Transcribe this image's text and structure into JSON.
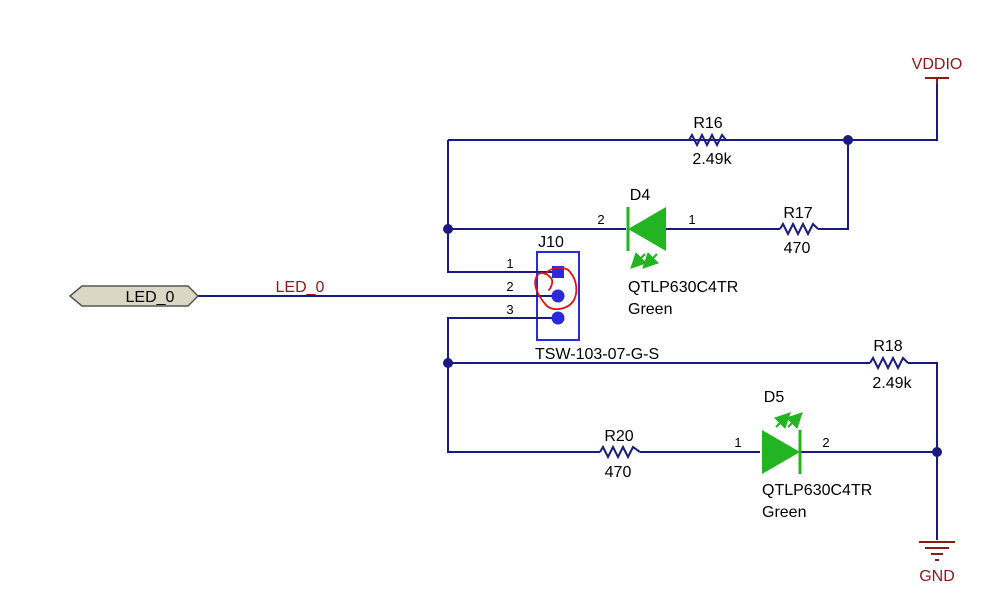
{
  "colors": {
    "wire": "#1a1a80",
    "net_label": "#8b1a1a",
    "led": "#22b422",
    "connector": "#2a2ad8",
    "junction": "#1a1a80",
    "annotation": "#e01010",
    "port_fill": "#dcd6c4"
  },
  "power": {
    "vddio": "VDDIO",
    "gnd": "GND"
  },
  "port": {
    "label": "LED_0"
  },
  "net": {
    "led0": "LED_0"
  },
  "components": {
    "r16": {
      "ref": "R16",
      "value": "2.49k"
    },
    "r17": {
      "ref": "R17",
      "value": "470"
    },
    "r18": {
      "ref": "R18",
      "value": "2.49k"
    },
    "r20": {
      "ref": "R20",
      "value": "470"
    },
    "d4": {
      "ref": "D4",
      "part": "QTLP630C4TR",
      "color": "Green",
      "pin_a": "2",
      "pin_k": "1"
    },
    "d5": {
      "ref": "D5",
      "part": "QTLP630C4TR",
      "color": "Green",
      "pin_a": "1",
      "pin_k": "2"
    },
    "j10": {
      "ref": "J10",
      "part": "TSW-103-07-G-S",
      "pins": [
        "1",
        "2",
        "3"
      ]
    }
  }
}
